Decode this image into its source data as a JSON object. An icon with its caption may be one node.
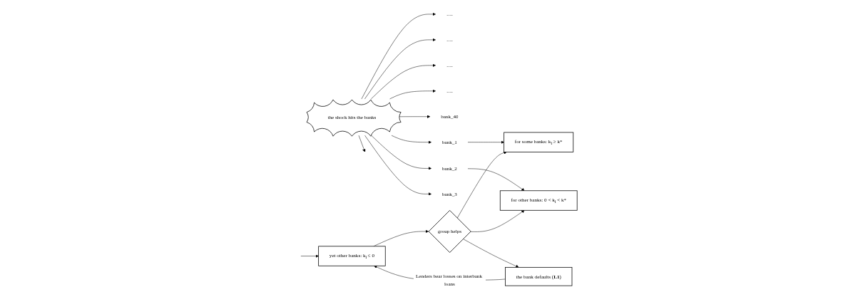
{
  "diagram": {
    "nodes": [
      {
        "text": [
          "the shock hits the banks"
        ]
      },
      {
        "text": [
          "…."
        ]
      },
      {
        "text": [
          "…."
        ]
      },
      {
        "text": [
          "…."
        ]
      },
      {
        "text": [
          "…."
        ]
      },
      {
        "text": [
          "bank_40"
        ]
      },
      {
        "text": [
          "bank_1"
        ]
      },
      {
        "text": [
          "bank_2"
        ]
      },
      {
        "text": [
          "bank_3"
        ]
      },
      {
        "text": [
          "for some banks: k$_{i}$ ≥ k*"
        ]
      },
      {
        "text": [
          "for other banks: 0 < k$_{i}$ < k*"
        ]
      },
      {
        "text": [
          "yet other banks: k$_{i}$ ≤ 0"
        ]
      },
      {
        "text": [
          "group helps"
        ]
      },
      {
        "text": [
          "the bank defaults (**L1**)"
        ]
      }
    ],
    "edges": [
      {
        "from": 0,
        "to": 1,
        "arrow": "to"
      },
      {
        "from": 0,
        "to": 2,
        "arrow": "to"
      },
      {
        "from": 0,
        "to": null,
        "arrow": "to"
      },
      {
        "from": 0,
        "to": 3,
        "arrow": "to"
      },
      {
        "from": 0,
        "to": 4,
        "arrow": "to"
      },
      {
        "from": 0,
        "to": 8,
        "arrow": "to"
      },
      {
        "from": 0,
        "to": 7,
        "arrow": "to"
      },
      {
        "from": 0,
        "to": 6,
        "arrow": "to"
      },
      {
        "from": 0,
        "to": 5,
        "arrow": "to"
      },
      {
        "from": 6,
        "to": 9,
        "arrow": "to"
      },
      {
        "from": 7,
        "to": 10,
        "arrow": "to"
      },
      {
        "from": null,
        "to": 11,
        "arrow": "to"
      },
      {
        "from": 11,
        "to": 12,
        "arrow": "to"
      },
      {
        "from": 12,
        "to": 9,
        "arrow": "to"
      },
      {
        "from": 12,
        "to": 10,
        "arrow": "to"
      },
      {
        "from": 12,
        "to": 13,
        "arrow": "to"
      },
      {
        "from": 13,
        "to": 11,
        "label": "Lenders bear losses on interbank loans",
        "arrow": "to"
      }
    ]
  }
}
